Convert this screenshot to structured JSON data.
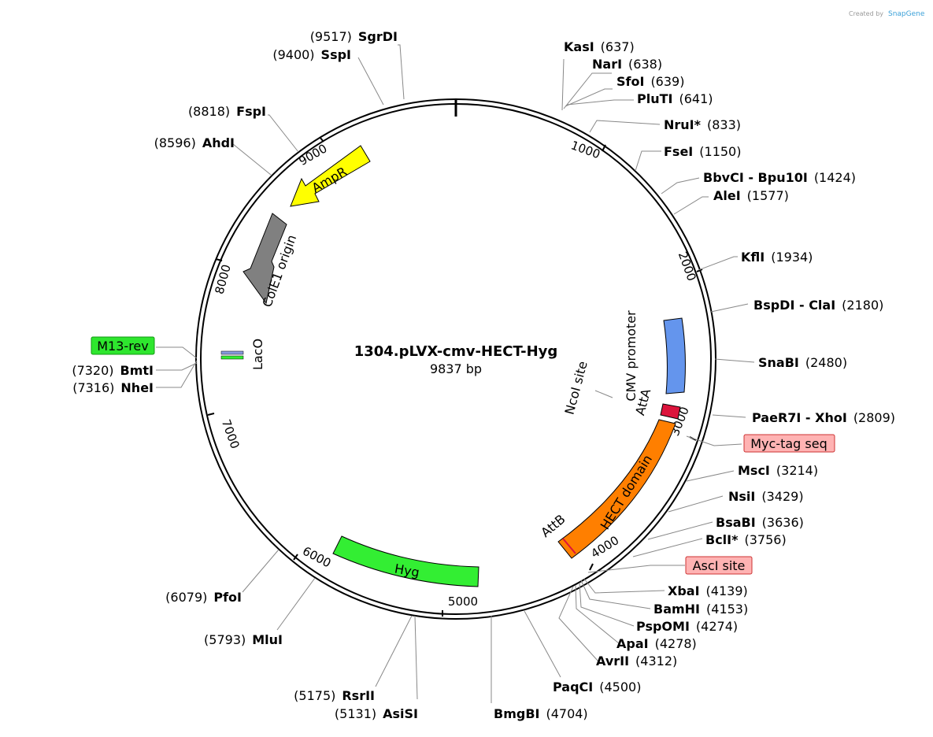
{
  "plasmid": {
    "name": "1304.pLVX-cmv-HECT-Hyg",
    "length_label": "9837 bp",
    "length": 9837
  },
  "credit": {
    "prefix": "Created by",
    "brand": "SnapGene"
  },
  "tick_labels": [
    "1000",
    "2000",
    "3000",
    "4000",
    "5000",
    "6000",
    "7000",
    "8000",
    "9000"
  ],
  "enzymes": [
    {
      "name": "SgrDI",
      "pos": "(9517)"
    },
    {
      "name": "SspI",
      "pos": "(9400)"
    },
    {
      "name": "FspI",
      "pos": "(8818)"
    },
    {
      "name": "AhdI",
      "pos": "(8596)"
    },
    {
      "name": "KasI",
      "pos": "(637)"
    },
    {
      "name": "NarI",
      "pos": "(638)"
    },
    {
      "name": "SfoI",
      "pos": "(639)"
    },
    {
      "name": "PluTI",
      "pos": "(641)"
    },
    {
      "name": "NruI*",
      "pos": "(833)"
    },
    {
      "name": "FseI",
      "pos": "(1150)"
    },
    {
      "name": "BbvCI - Bpu10I",
      "pos": "(1424)"
    },
    {
      "name": "AleI",
      "pos": "(1577)"
    },
    {
      "name": "KflI",
      "pos": "(1934)"
    },
    {
      "name": "BspDI - ClaI",
      "pos": "(2180)"
    },
    {
      "name": "SnaBI",
      "pos": "(2480)"
    },
    {
      "name": "PaeR7I - XhoI",
      "pos": "(2809)"
    },
    {
      "name": "MscI",
      "pos": "(3214)"
    },
    {
      "name": "NsiI",
      "pos": "(3429)"
    },
    {
      "name": "BsaBI",
      "pos": "(3636)"
    },
    {
      "name": "BclI*",
      "pos": "(3756)"
    },
    {
      "name": "XbaI",
      "pos": "(4139)"
    },
    {
      "name": "BamHI",
      "pos": "(4153)"
    },
    {
      "name": "PspOMI",
      "pos": "(4274)"
    },
    {
      "name": "ApaI",
      "pos": "(4278)"
    },
    {
      "name": "AvrII",
      "pos": "(4312)"
    },
    {
      "name": "PaqCI",
      "pos": "(4500)"
    },
    {
      "name": "BmgBI",
      "pos": "(4704)"
    },
    {
      "name": "AsiSI",
      "pos": "(5131)"
    },
    {
      "name": "RsrII",
      "pos": "(5175)"
    },
    {
      "name": "MluI",
      "pos": "(5793)"
    },
    {
      "name": "PfoI",
      "pos": "(6079)"
    },
    {
      "name": "BmtI",
      "pos": "(7320)"
    },
    {
      "name": "NheI",
      "pos": "(7316)"
    }
  ],
  "site_boxes": [
    {
      "label": "Myc-tag seq",
      "color": "#ffb3b3"
    },
    {
      "label": "AscI site",
      "color": "#ffb3b3"
    },
    {
      "label": "M13-rev",
      "color": "#2ee62e"
    }
  ],
  "features": [
    {
      "label": "AmpR",
      "color": "#ffff00"
    },
    {
      "label": "ColE1 origin",
      "color": "#808080"
    },
    {
      "label": "LacO",
      "color": "#8899dd"
    },
    {
      "label": "CMV promoter",
      "color": "#6495ed"
    },
    {
      "label": "AttA",
      "color": "#dc143c"
    },
    {
      "label": "HECT domain",
      "color": "#ff7f00"
    },
    {
      "label": "AttB",
      "color": "#ff7f00"
    },
    {
      "label": "Hyg",
      "color": "#33ee33"
    },
    {
      "label": "NcoI site",
      "color": "#000000"
    }
  ]
}
